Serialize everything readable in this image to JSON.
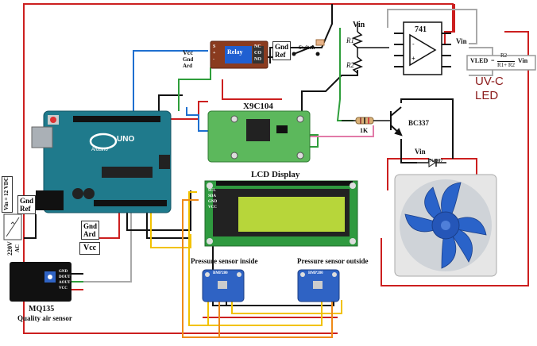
{
  "labels": {
    "relay_module": "Relay",
    "relay_pins_left": [
      "S",
      "+",
      "-"
    ],
    "relay_pins_right": [
      "NC",
      "CO",
      "NO"
    ],
    "vcc_gnd_ard": [
      "Vcc",
      "Gnd",
      "Ard"
    ],
    "gnd_ref_top": [
      "Gnd",
      "Ref"
    ],
    "switch": "Switch",
    "vin_top": "Vin",
    "r1": "R1",
    "r2": "R2",
    "opamp": "741",
    "opamp_vin": "Vin",
    "vled_formula": {
      "lhs": "VLED",
      "eq": "=",
      "num": "R2",
      "den": "R1+ R2",
      "rhs": "Vin"
    },
    "uvc_led": [
      "UV-C",
      "LED"
    ],
    "x9c104": "X9C104",
    "resistor_1k": "1K",
    "transistor": "BC337",
    "vin_fan": "Vin",
    "diode": "1N4007",
    "lcd_display": "LCD  Display",
    "arduino_uno": "UNO",
    "arduino_brand": "Arduino",
    "vin_12vdc": "Vin = 12 VDC",
    "gnd_ref_left": [
      "Gnd",
      "Ref"
    ],
    "ac_220v": [
      "220V",
      "AC"
    ],
    "gnd_ard_bottom": [
      "Gnd",
      "Ard"
    ],
    "vcc_bottom": "Vcc",
    "mq135_title": "MQ135",
    "mq135_subtitle": "Quality air sensor",
    "mq135_pins": [
      "GND",
      "DOUT",
      "AOUT",
      "VCC"
    ],
    "pressure_inside": "Pressure sensor inside",
    "pressure_outside": "Pressure sensor outside",
    "bmp_label": "BMP280",
    "lcd_pins": [
      "SCL",
      "SDA",
      "GND",
      "VCC"
    ]
  },
  "colors": {
    "red_wire": "#cc1f1f",
    "black_wire": "#111111",
    "blue_wire": "#1e6fd0",
    "green_wire": "#2e9e3b",
    "yellow_wire": "#f2c200",
    "orange_wire": "#ef8a18",
    "pink_wire": "#e27aa8",
    "gray_wire": "#a9a9a9",
    "arduino_teal": "#1f7a8c",
    "pcb_green": "#5cb85c",
    "lcd_screen": "#b7d63a",
    "uvc_text": "#8b1a1a",
    "bmp_blue": "#2f63c4",
    "fan_blue": "#2a63c9"
  }
}
